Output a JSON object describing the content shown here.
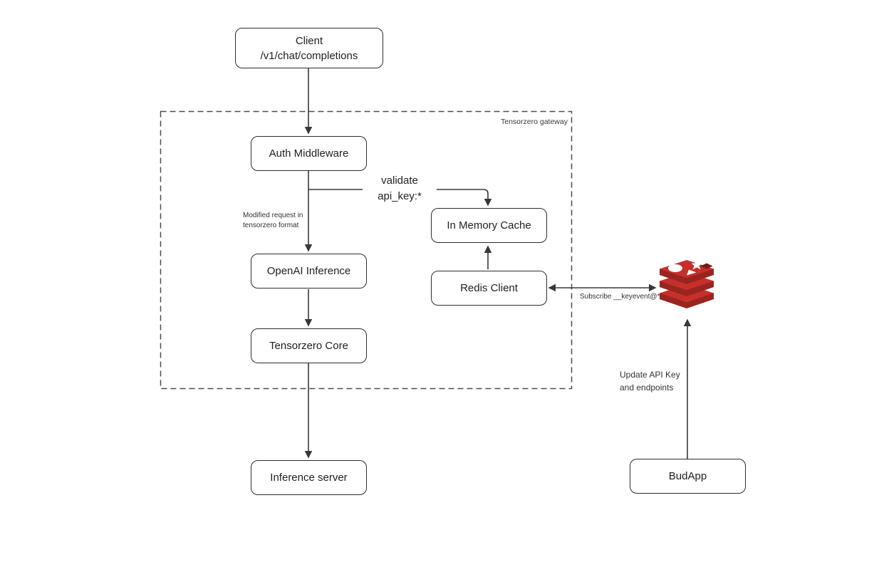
{
  "gateway": {
    "label": "Tensorzero gateway"
  },
  "nodes": {
    "client": {
      "line1": "Client",
      "line2": "/v1/chat/completions"
    },
    "auth_middleware": {
      "label": "Auth Middleware"
    },
    "openai_inference": {
      "label": "OpenAI Inference"
    },
    "tensorzero_core": {
      "label": "Tensorzero Core"
    },
    "inference_server": {
      "label": "Inference server"
    },
    "in_memory_cache": {
      "label": "In Memory Cache"
    },
    "redis_client": {
      "label": "Redis Client"
    },
    "budapp": {
      "label": "BudApp"
    },
    "redis": {
      "name": "Redis",
      "icon": "redis-database-icon"
    }
  },
  "edge_labels": {
    "validate": {
      "line1": "validate",
      "line2": "api_key:*"
    },
    "modified_request": {
      "line1": "Modified request in",
      "line2": "tensorzero format"
    },
    "subscribe": "Subscribe __keyevent@*",
    "update_api": {
      "line1": "Update API Key",
      "line2": "and endpoints"
    }
  },
  "edges": [
    {
      "from": "Client",
      "to": "Auth Middleware",
      "label": "",
      "direction": "one-way"
    },
    {
      "from": "Auth Middleware",
      "to": "OpenAI Inference",
      "label": "Modified request in tensorzero format",
      "direction": "one-way"
    },
    {
      "from": "Auth Middleware",
      "to": "In Memory Cache",
      "label": "validate api_key:*",
      "direction": "one-way"
    },
    {
      "from": "OpenAI Inference",
      "to": "Tensorzero Core",
      "label": "",
      "direction": "one-way"
    },
    {
      "from": "Tensorzero Core",
      "to": "Inference server",
      "label": "",
      "direction": "one-way"
    },
    {
      "from": "Redis Client",
      "to": "In Memory Cache",
      "label": "",
      "direction": "one-way"
    },
    {
      "from": "Redis Client",
      "to": "Redis",
      "label": "Subscribe __keyevent@*",
      "direction": "bidirectional"
    },
    {
      "from": "BudApp",
      "to": "Redis",
      "label": "Update API Key and endpoints",
      "direction": "one-way"
    }
  ],
  "colors": {
    "line": "#383838",
    "node_border": "#2e2e2e",
    "dashed_container": "#4d4d4d",
    "redis_bright": "#c6302b",
    "redis_dark": "#9a2420",
    "redis_cube": "#741b13"
  }
}
